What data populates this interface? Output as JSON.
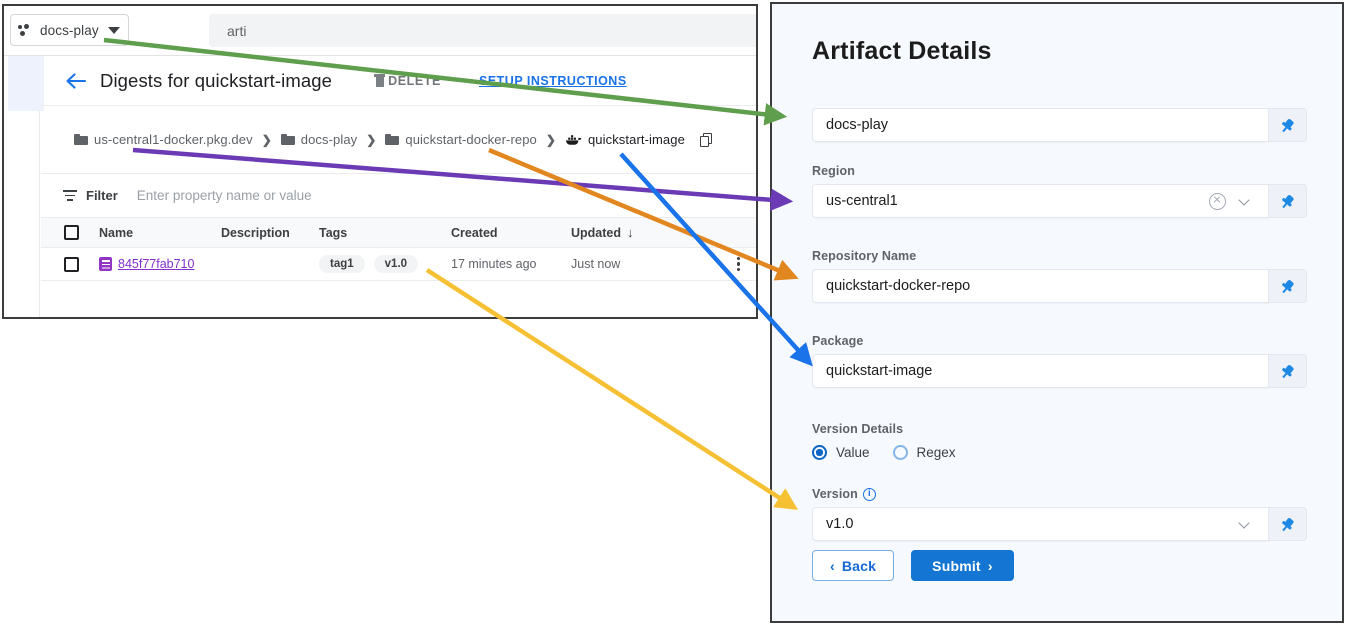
{
  "console": {
    "topbar": {
      "project_name": "docs-play",
      "project_icon": "cloud-project-dots-icon",
      "search_value": "arti"
    },
    "page": {
      "title": "Digests for quickstart-image",
      "back_icon": "back-arrow-icon",
      "delete_label": "DELETE",
      "setup_label": "SETUP INSTRUCTIONS"
    },
    "breadcrumb": [
      {
        "label": "us-central1-docker.pkg.dev",
        "icon": "folder-icon"
      },
      {
        "label": "docs-play",
        "icon": "folder-icon"
      },
      {
        "label": "quickstart-docker-repo",
        "icon": "folder-icon"
      },
      {
        "label": "quickstart-image",
        "icon": "docker-whale-icon"
      }
    ],
    "breadcrumb_copy_icon": "copy-icon",
    "filter": {
      "label": "Filter",
      "icon": "filter-icon",
      "placeholder": "Enter property name or value"
    },
    "table": {
      "columns": [
        "Name",
        "Description",
        "Tags",
        "Created",
        "Updated"
      ],
      "sort_column": "Updated",
      "sort_arrow": "↓",
      "rows": [
        {
          "name": "845f77fab710",
          "name_icon": "digest-icon",
          "description": "",
          "tags": [
            "tag1",
            "v1.0"
          ],
          "created": "17 minutes ago",
          "updated": "Just now",
          "menu_icon": "kebab-menu-icon"
        }
      ]
    }
  },
  "details": {
    "title": "Artifact Details",
    "project": {
      "label": "",
      "value": "docs-play",
      "pin_icon": "pin-icon"
    },
    "region": {
      "label": "Region",
      "value": "us-central1",
      "clear_icon": "clear-circle-icon",
      "dropdown_icon": "chevron-down-icon",
      "pin_icon": "pin-icon"
    },
    "repository": {
      "label": "Repository Name",
      "value": "quickstart-docker-repo",
      "pin_icon": "pin-icon"
    },
    "package": {
      "label": "Package",
      "value": "quickstart-image",
      "pin_icon": "pin-icon"
    },
    "version_details": {
      "label": "Version Details",
      "options": [
        {
          "label": "Value",
          "selected": true
        },
        {
          "label": "Regex",
          "selected": false
        }
      ]
    },
    "version": {
      "label": "Version",
      "info_icon": "info-icon",
      "info_glyph": "i",
      "value": "v1.0",
      "dropdown_icon": "chevron-down-icon",
      "pin_icon": "pin-icon"
    },
    "buttons": {
      "back": "Back",
      "back_chevron": "‹",
      "submit": "Submit",
      "submit_chevron": "›"
    }
  },
  "annotations": {
    "arrows": [
      {
        "name": "project-mapping-arrow",
        "color": "#5f9e4d"
      },
      {
        "name": "region-mapping-arrow",
        "color": "#6a3bb5"
      },
      {
        "name": "repository-mapping-arrow",
        "color": "#e2861f"
      },
      {
        "name": "package-mapping-arrow",
        "color": "#1a73e8"
      },
      {
        "name": "version-mapping-arrow",
        "color": "#f5c033"
      }
    ]
  }
}
